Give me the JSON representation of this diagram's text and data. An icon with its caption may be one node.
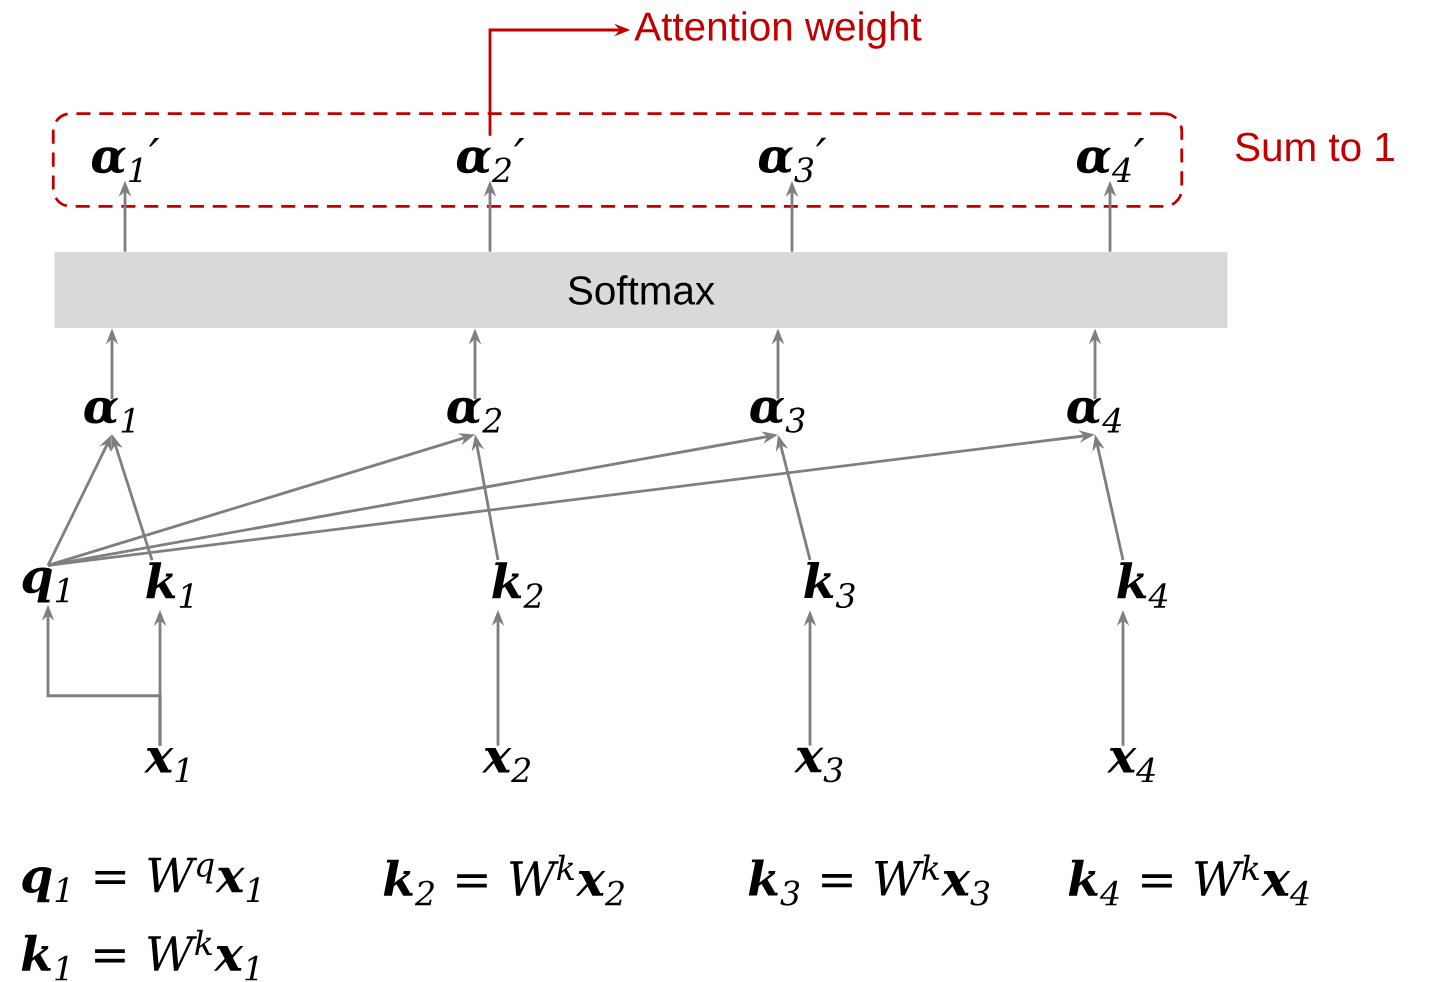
{
  "diagram": {
    "nodes": [
      {
        "text": [],
        "shape": "box",
        "beside": [
          "Sum to 1"
        ]
      },
      {
        "text": [
          "**α**$_{1}$′"
        ],
        "in": 0
      },
      {
        "text": [
          "**α**$_{2}$′"
        ],
        "in": 0
      },
      {
        "text": [
          "**α**$_{3}$′"
        ],
        "in": 0
      },
      {
        "text": [
          "**α**$_{4}$′"
        ],
        "in": 0
      },
      {
        "text": [
          "Attention weight"
        ]
      },
      {
        "text": [
          "Softmax"
        ]
      },
      {
        "text": [
          "**α**$_{1}$"
        ]
      },
      {
        "text": [
          "**α**$_{2}$"
        ]
      },
      {
        "text": [
          "**α**$_{3}$"
        ]
      },
      {
        "text": [
          "**α**$_{4}$"
        ]
      },
      {
        "text": [
          "**q**$_{1}$"
        ]
      },
      {
        "text": [
          "**k**$_{1}$"
        ]
      },
      {
        "text": [
          "**k**$_{2}$"
        ]
      },
      {
        "text": [
          "**k**$_{3}$"
        ]
      },
      {
        "text": [
          "**k**$_{4}$"
        ]
      },
      {
        "text": [
          "**x**$_{1}$"
        ]
      },
      {
        "text": [
          "**x**$_{2}$"
        ]
      },
      {
        "text": [
          "**x**$_{3}$"
        ]
      },
      {
        "text": [
          "**x**$_{4}$"
        ]
      }
    ],
    "edges": [
      {
        "from": 2,
        "to": 5,
        "arrow": "to",
        "color": "#c00000"
      },
      {
        "from": 6,
        "to": 1,
        "arrow": "to"
      },
      {
        "from": 6,
        "to": 2,
        "arrow": "to"
      },
      {
        "from": 6,
        "to": 3,
        "arrow": "to"
      },
      {
        "from": 6,
        "to": 4,
        "arrow": "to"
      },
      {
        "from": 7,
        "to": 6,
        "arrow": "to"
      },
      {
        "from": 8,
        "to": 6,
        "arrow": "to"
      },
      {
        "from": 9,
        "to": 6,
        "arrow": "to"
      },
      {
        "from": 10,
        "to": 6,
        "arrow": "to"
      },
      {
        "from": 11,
        "to": 7,
        "arrow": "to"
      },
      {
        "from": 11,
        "to": 8,
        "arrow": "to"
      },
      {
        "from": 11,
        "to": 9,
        "arrow": "to"
      },
      {
        "from": 11,
        "to": 10,
        "arrow": "to"
      },
      {
        "from": 12,
        "to": 7,
        "arrow": "to"
      },
      {
        "from": 13,
        "to": 8,
        "arrow": "to"
      },
      {
        "from": 14,
        "to": 9,
        "arrow": "to"
      },
      {
        "from": 15,
        "to": 10,
        "arrow": "to"
      },
      {
        "from": 16,
        "to": 11,
        "arrow": "to"
      },
      {
        "from": 16,
        "to": 12,
        "arrow": "to"
      },
      {
        "from": 17,
        "to": 13,
        "arrow": "to"
      },
      {
        "from": 18,
        "to": 14,
        "arrow": "to"
      },
      {
        "from": 19,
        "to": 15,
        "arrow": "to"
      }
    ],
    "labels": [
      "**q**$_{1}$ = W$^{q}$**x**$_{1}$",
      "**k**$_{2}$ = W$^{k}$**x**$_{2}$",
      "**k**$_{3}$ = W$^{k}$**x**$_{3}$",
      "**k**$_{4}$ = W$^{k}$**x**$_{4}$",
      "**k**$_{1}$ = W$^{k}$**x**$_{1}$"
    ]
  }
}
